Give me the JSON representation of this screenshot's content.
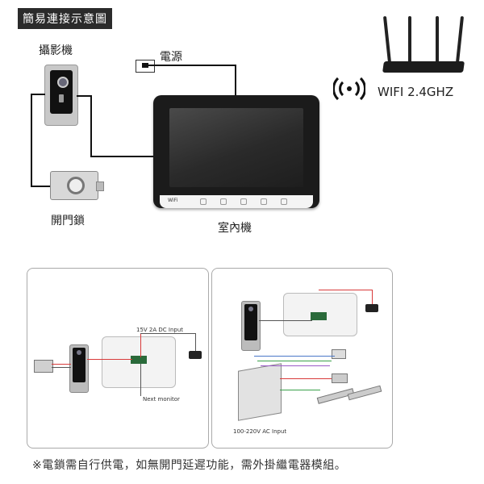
{
  "header": {
    "title": "簡易連接示意圖"
  },
  "labels": {
    "camera": "攝影機",
    "power": "電源",
    "lock": "開門鎖",
    "indoor_unit": "室內機",
    "wifi": "WIFI 2.4GHZ"
  },
  "monitor": {
    "bezel_text": "WiFi"
  },
  "panel_left": {
    "power_input": "15V 2A DC Input",
    "next_monitor": "Next monitor"
  },
  "panel_right": {
    "ac_input": "100-220V AC Input"
  },
  "footer": {
    "note": "※電鎖需自行供電，如無開門延遲功能，需外掛繼電器模組。"
  },
  "colors": {
    "wire": "#111111",
    "red_wire": "#d83a3a",
    "blue_wire": "#4a78c8",
    "green_wire": "#3aa04a",
    "purple_wire": "#9a5ac8"
  }
}
